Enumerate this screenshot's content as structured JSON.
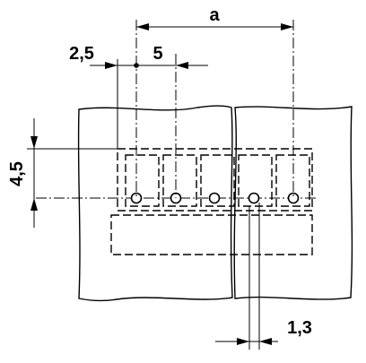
{
  "dimensions": {
    "overall_pitch_span": "a",
    "edge_offset": "2,5",
    "pin_pitch": "5",
    "row_height": "4,5",
    "gap_width": "1,3"
  }
}
